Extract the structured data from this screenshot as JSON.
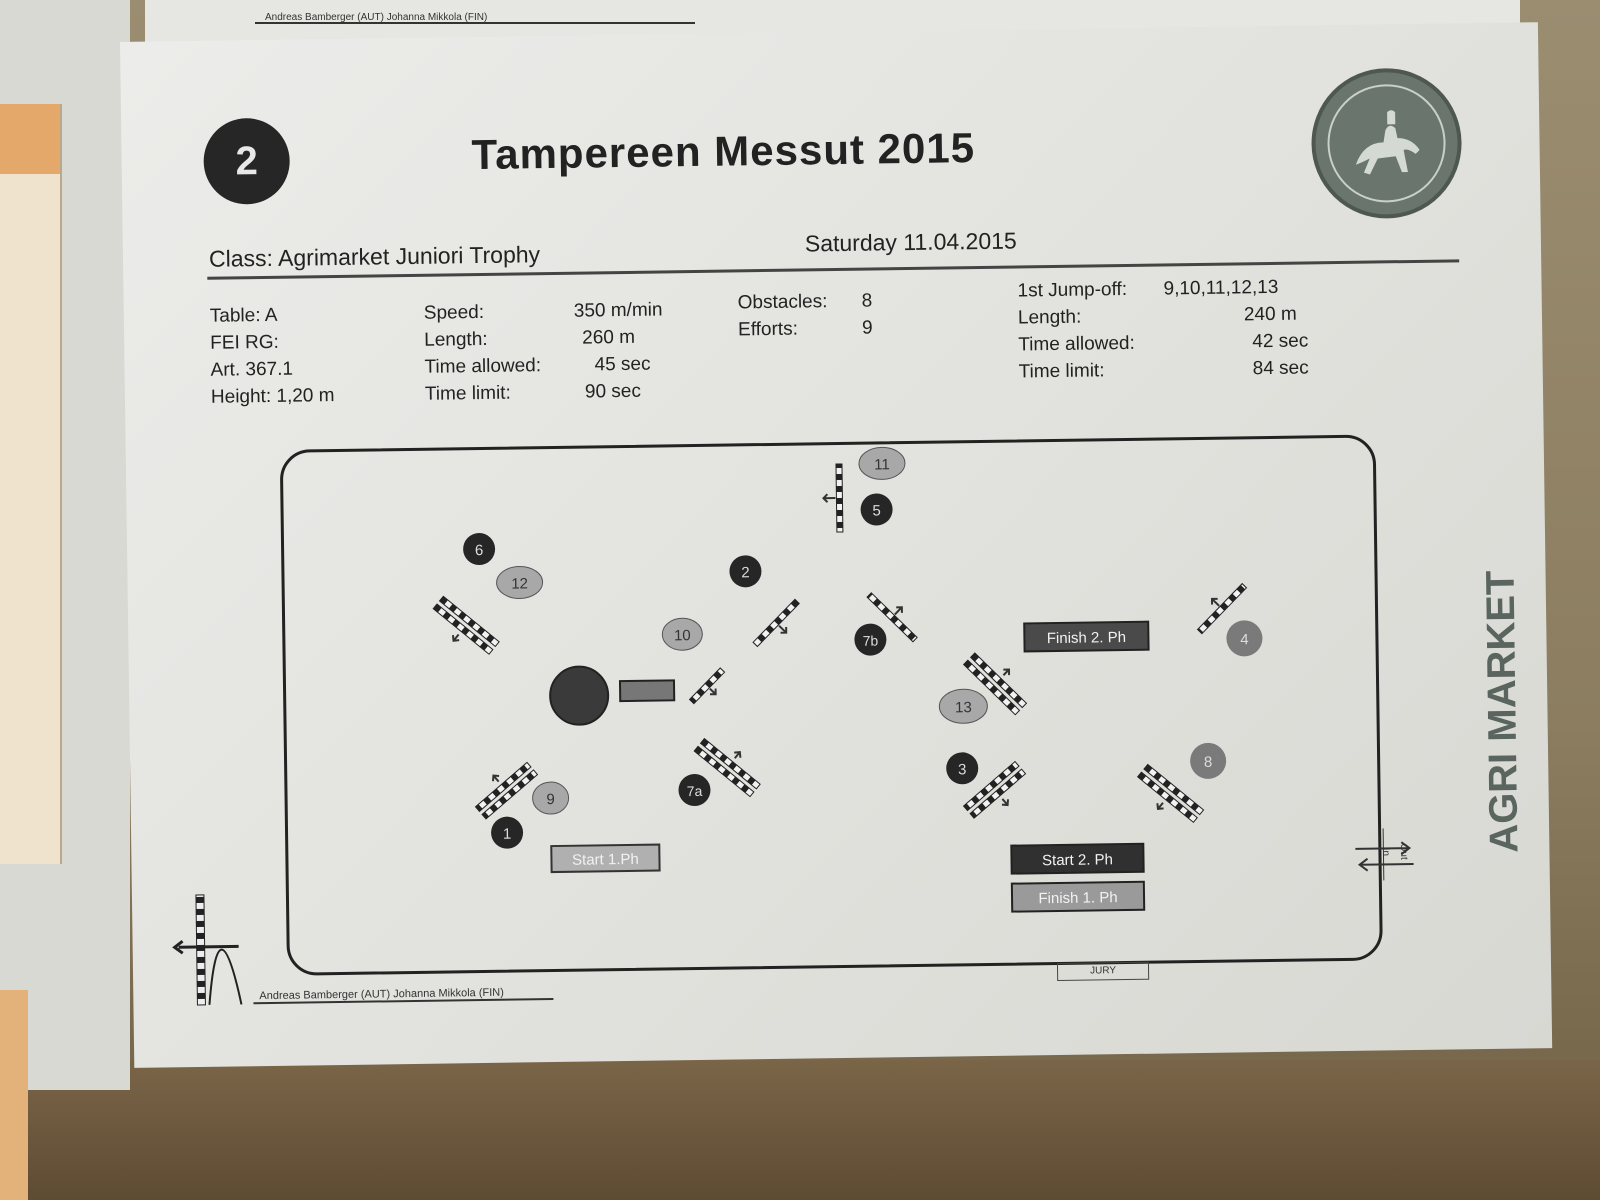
{
  "header": {
    "class_number": "2",
    "title": "Tampereen Messut 2015",
    "class_label": "Class: Agrimarket Juniori Trophy",
    "date": "Saturday 11.04.2015"
  },
  "info": {
    "col1": [
      "Table: A",
      "FEI RG:",
      "Art. 367.1",
      "Height: 1,20 m"
    ],
    "col2": [
      {
        "label": "Speed:",
        "value": "350 m/min"
      },
      {
        "label": "Length:",
        "value": "260 m"
      },
      {
        "label": "Time allowed:",
        "value": "45 sec"
      },
      {
        "label": "Time limit:",
        "value": "90 sec"
      }
    ],
    "col3": [
      {
        "label": "Obstacles:",
        "value": "8"
      },
      {
        "label": "Efforts:",
        "value": "9"
      }
    ],
    "col4": [
      {
        "label": "1st Jump-off:",
        "value": "9,10,11,12,13"
      },
      {
        "label": "Length:",
        "value": "240 m"
      },
      {
        "label": "Time allowed:",
        "value": "42 sec"
      },
      {
        "label": "Time limit:",
        "value": "84 sec"
      }
    ]
  },
  "course": {
    "jump_numbers": [
      "1",
      "2",
      "3",
      "4",
      "5",
      "6",
      "7a",
      "7b",
      "8"
    ],
    "jumpoff_numbers": [
      "9",
      "10",
      "11",
      "12",
      "13"
    ],
    "labels": {
      "start1": "Start 1.Ph",
      "finish1": "Finish 1. Ph",
      "start2": "Start 2. Ph",
      "finish2": "Finish 2. Ph",
      "jury": "JURY",
      "in": "In",
      "out": "Out"
    }
  },
  "sponsor": {
    "text": "AGRI MARKET"
  },
  "credits": {
    "designers": "Andreas Bamberger (AUT) Johanna Mikkola (FIN)"
  },
  "colors": {
    "dark_badge": "#262626",
    "light_badge": "#a8a8a8",
    "paper": "#e6e6e2"
  }
}
